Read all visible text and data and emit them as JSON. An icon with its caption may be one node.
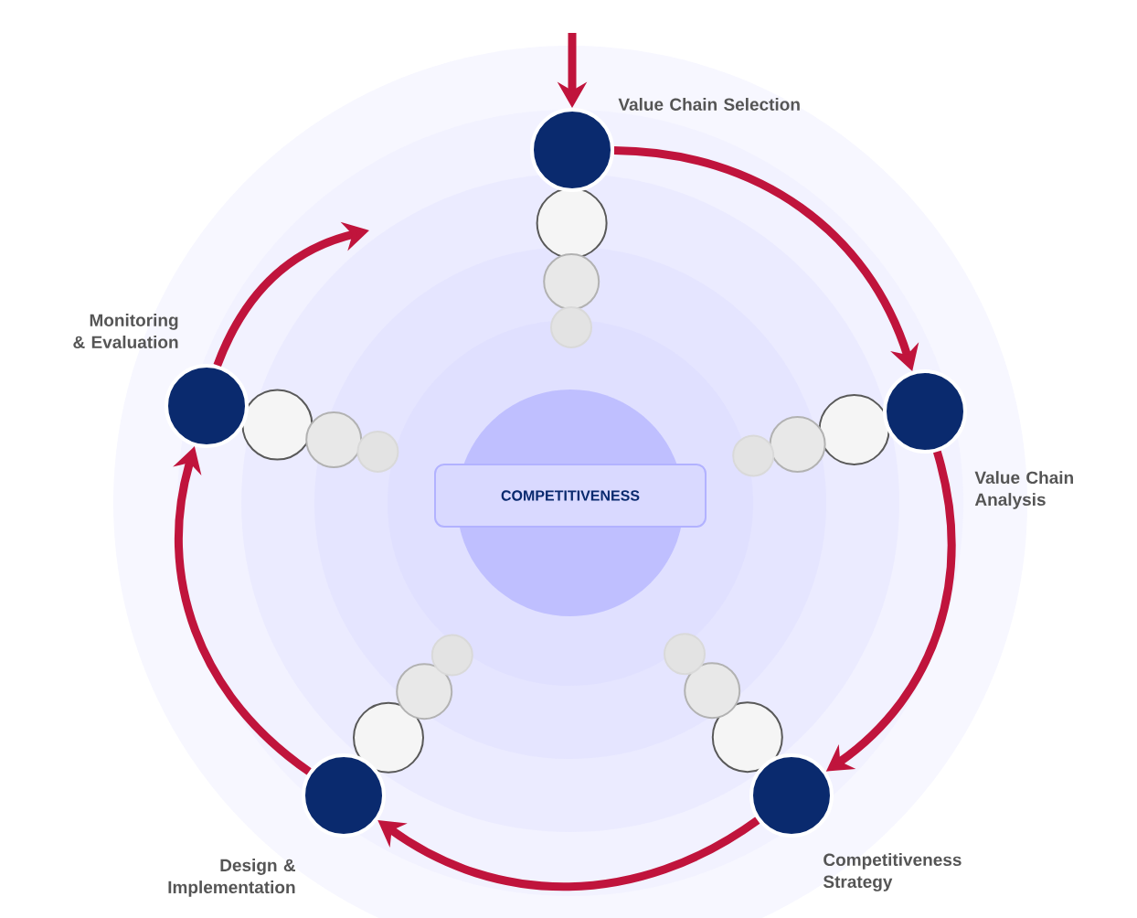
{
  "diagram": {
    "nodes": [
      {
        "text": [
          "Value Chain Selection"
        ]
      },
      {
        "text": [
          "Value Chain Analysis"
        ]
      },
      {
        "text": [
          "Competitiveness Strategy"
        ]
      },
      {
        "text": [
          "Design & Implementation"
        ]
      },
      {
        "text": [
          "Monitoring & Evaluation"
        ]
      },
      {
        "text": [
          "COMPETITIVENESS"
        ]
      }
    ],
    "edges": [
      {
        "from": null,
        "to": 0,
        "arrow": "to"
      },
      {
        "from": 0,
        "to": 1,
        "arrow": "to"
      },
      {
        "from": 1,
        "to": 2,
        "arrow": "to"
      },
      {
        "from": 2,
        "to": 3,
        "arrow": "to"
      },
      {
        "from": 3,
        "to": 4,
        "arrow": "to"
      },
      {
        "from": 4,
        "to": null,
        "arrow": "to"
      }
    ]
  }
}
